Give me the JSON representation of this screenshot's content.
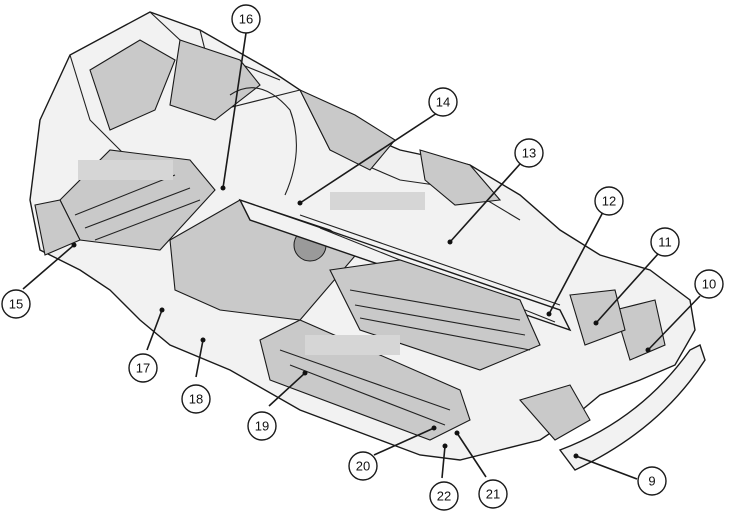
{
  "callouts": [
    {
      "id": "16",
      "label": "16"
    },
    {
      "id": "14",
      "label": "14"
    },
    {
      "id": "13",
      "label": "13"
    },
    {
      "id": "12",
      "label": "12"
    },
    {
      "id": "11",
      "label": "11"
    },
    {
      "id": "10",
      "label": "10"
    },
    {
      "id": "9",
      "label": "9"
    },
    {
      "id": "15",
      "label": "15"
    },
    {
      "id": "17",
      "label": "17"
    },
    {
      "id": "18",
      "label": "18"
    },
    {
      "id": "19",
      "label": "19"
    },
    {
      "id": "20",
      "label": "20"
    },
    {
      "id": "21",
      "label": "21"
    },
    {
      "id": "22",
      "label": "22"
    }
  ]
}
